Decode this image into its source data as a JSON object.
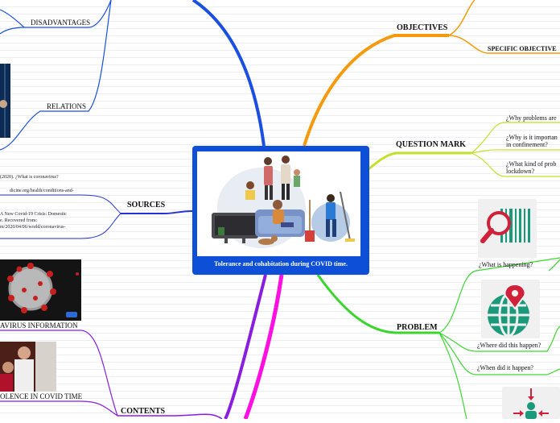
{
  "center": {
    "title": "Tolerance and cohabitation during COVID time."
  },
  "branches": {
    "objectives": {
      "label": "OBJECTIVES",
      "specific": "SPECIFIC OBJECTIVE"
    },
    "question_mark": {
      "label": "QUESTION MARK",
      "items": [
        "¿Why problems are",
        "¿Why is it importan",
        "in confinement?",
        "¿What kind of prob",
        "lockdown?"
      ]
    },
    "problem": {
      "label": "PROBLEM",
      "items": [
        "¿What is happening?",
        "¿Where did this happen?",
        "¿When did it happen?"
      ]
    },
    "disadvantages": {
      "label": "DISADVANTAGES"
    },
    "relations": {
      "label": "RELATIONS"
    },
    "sources": {
      "label": "SOURCES",
      "lines": [
        "(2020). ¿What is coronavirus?",
        "dicine.org/health/conditions-and-",
        "A New Covid-19 Crisis: Domestic",
        "e. Recovered from:",
        "m/2020/04/06/world/coronavirus-"
      ]
    },
    "contents": {
      "label": "CONTENTS",
      "items": [
        "AVIRUS INFORMATION",
        "OLENCE IN COVID TIME"
      ]
    }
  },
  "colors": {
    "center_box": "#0d4fd6",
    "objectives": "#f59a0c",
    "question_mark": "#c4e02a",
    "problem": "#3ad62e",
    "sources": "#2233d6",
    "contents": "#8a1ee0",
    "magenta": "#ff10e0",
    "blue_top": "#1a4fe0"
  },
  "icons": {
    "problem_thumb_1": "magnifier-barcode-icon",
    "problem_thumb_2": "globe-location-pin-icon",
    "problem_thumb_3": "person-arrows-icon",
    "contents_thumb_1": "coronavirus-image",
    "contents_thumb_2": "domestic-scene-image",
    "center_image": "family-chores-illustration"
  }
}
